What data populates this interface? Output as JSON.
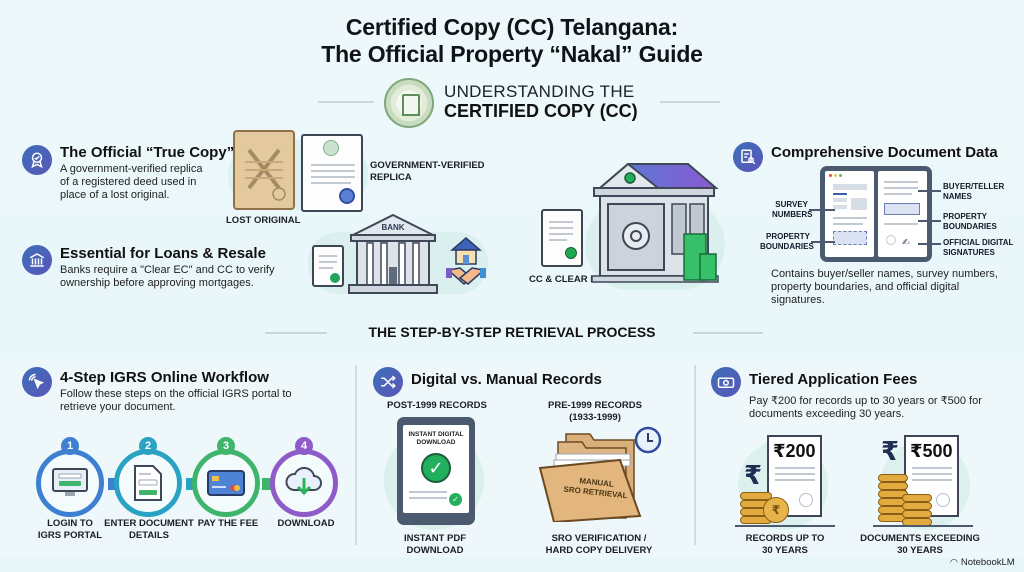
{
  "header": {
    "title_line1": "Certified Copy (CC) Telangana:",
    "title_line2": "The Official Property “Nakal” Guide",
    "subtitle_line1": "UNDERSTANDING THE",
    "subtitle_line2": "CERTIFIED COPY (CC)",
    "seal_icon": "telangana-government-seal"
  },
  "understanding": {
    "true_copy": {
      "icon": "award-ribbon-icon",
      "title": "The Official “True Copy”",
      "description": "A government-verified replica of a registered deed used in place of a lost original.",
      "desc_lines": [
        "A government-verified replica",
        "of a registered deed used in",
        "place of a lost original."
      ],
      "lost_label": "LOST ORIGINAL",
      "verified_label_1": "GOVERNMENT-VERIFIED",
      "verified_label_2": "REPLICA"
    },
    "loans": {
      "icon": "bank-icon",
      "title": "Essential for Loans & Resale",
      "desc_lines": [
        "Banks require a \"Clear EC\" and CC to verify",
        "ownership before approving mortgages."
      ],
      "bank_sign": "BANK"
    },
    "vault": {
      "caption": "CC & CLEAR EC"
    },
    "document_data": {
      "icon": "document-search-icon",
      "title": "Comprehensive Document Data",
      "callouts_left": [
        {
          "line1": "SURVEY",
          "line2": "NUMBERS"
        },
        {
          "line1": "PROPERTY",
          "line2": "BOUNDARIES"
        }
      ],
      "callouts_right": [
        {
          "line1": "BUYER/TELLER",
          "line2": "NAMES"
        },
        {
          "line1": "PROPERTY",
          "line2": "BOUNDARIES"
        },
        {
          "line1": "OFFICIAL DIGITAL",
          "line2": "SIGNATURES"
        }
      ],
      "desc_lines": [
        "Contains buyer/seller names, survey numbers,",
        "property boundaries, and official digital",
        "signatures."
      ]
    }
  },
  "process": {
    "heading": "THE STEP-BY-STEP RETRIEVAL PROCESS",
    "workflow": {
      "icon": "cursor-click-icon",
      "title": "4-Step IGRS Online Workflow",
      "desc_lines": [
        "Follow these steps on the official IGRS portal to",
        "retrieve your document."
      ],
      "steps": [
        {
          "num": "1",
          "label_1": "LOGIN TO",
          "label_2": "IGRS PORTAL",
          "color": "#3d7fd0",
          "icon": "computer-login-icon"
        },
        {
          "num": "2",
          "label_1": "ENTER DOCUMENT",
          "label_2": "DETAILS",
          "color": "#2aa3c3",
          "icon": "form-document-icon"
        },
        {
          "num": "3",
          "label_1": "PAY THE FEE",
          "label_2": "",
          "color": "#3eb56b",
          "icon": "credit-card-icon"
        },
        {
          "num": "4",
          "label_1": "DOWNLOAD",
          "label_2": "",
          "color": "#8e5bc8",
          "icon": "cloud-download-icon"
        }
      ]
    },
    "records": {
      "icon": "shuffle-icon",
      "title": "Digital vs. Manual Records",
      "post": {
        "heading": "POST-1999 RECORDS",
        "screen_text_1": "INSTANT DIGITAL",
        "screen_text_2": "DOWNLOAD",
        "caption_1": "INSTANT PDF",
        "caption_2": "DOWNLOAD"
      },
      "pre": {
        "heading_1": "PRE-1999 RECORDS",
        "heading_2": "(1933-1999)",
        "folder_text_1": "MANUAL",
        "folder_text_2": "SRO RETRIEVAL",
        "caption_1": "SRO VERIFICATION /",
        "caption_2": "HARD COPY DELIVERY"
      }
    },
    "fees": {
      "icon": "money-icon",
      "title": "Tiered Application Fees",
      "desc_lines": [
        "Pay ₹200 for records up to 30 years or ₹500 for",
        "documents exceeding 30 years."
      ],
      "tiers": [
        {
          "amount": "₹200",
          "caption_1": "RECORDS UP TO",
          "caption_2": "30 YEARS"
        },
        {
          "amount": "₹500",
          "caption_1": "DOCUMENTS EXCEEDING",
          "caption_2": "30 YEARS"
        }
      ],
      "rupee_symbol": "₹"
    }
  },
  "footer": {
    "brand": "NotebookLM"
  },
  "colors": {
    "background": "#eaf7fa",
    "icon_badge": "#4a62b8",
    "step1": "#3d7fd0",
    "step2": "#2aa3c3",
    "step3": "#3eb56b",
    "step4": "#8e5bc8",
    "check_green": "#1faa52"
  }
}
